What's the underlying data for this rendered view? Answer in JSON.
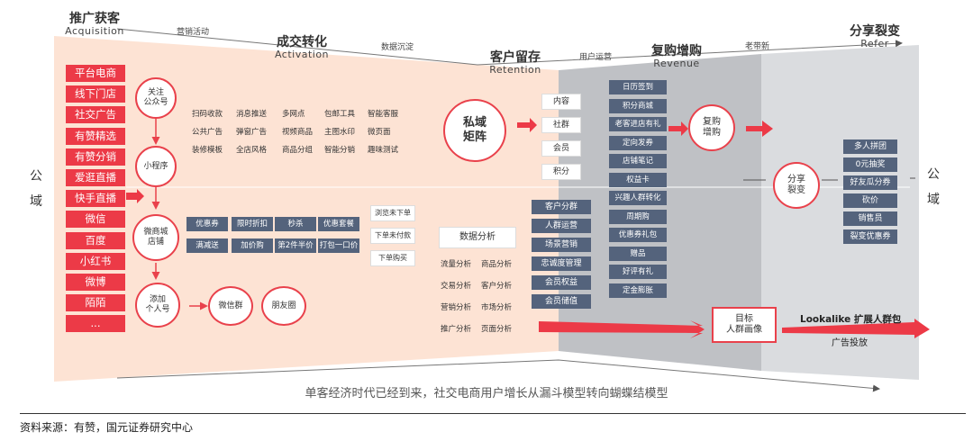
{
  "stages": [
    {
      "zh": "推广获客",
      "en": "Acquisition"
    },
    {
      "zh": "成交转化",
      "en": "Activation"
    },
    {
      "zh": "客户留存",
      "en": "Retention"
    },
    {
      "zh": "复购增购",
      "en": "Revenue"
    },
    {
      "zh": "分享裂变",
      "en": "Refer"
    }
  ],
  "flow_labels": [
    "营销活动",
    "数据沉淀",
    "用户运营",
    "老带新"
  ],
  "side_left": [
    "公",
    "域"
  ],
  "side_right": [
    "公",
    "域"
  ],
  "acquisition_channels": [
    "平台电商",
    "线下门店",
    "社交广告",
    "有赞精选",
    "有赞分销",
    "爱逛直播",
    "快手直播",
    "微信",
    "百度",
    "小红书",
    "微博",
    "陌陌",
    "..."
  ],
  "activation": {
    "circles": [
      "关注\n公众号",
      "小程序",
      "微商城\n店铺",
      "添加\n个人号",
      "微信群",
      "朋友圈"
    ],
    "top_tools": [
      [
        "扫码收款",
        "消息推送",
        "多网点",
        "包邮工具",
        "智能客服"
      ],
      [
        "公共广告",
        "弹窗广告",
        "视频商品",
        "主图水印",
        "微页面"
      ],
      [
        "装修模板",
        "全店风格",
        "商品分组",
        "智能分销",
        "趣味测试"
      ]
    ],
    "promo_tools": [
      [
        "优惠券",
        "限时折扣",
        "秒杀",
        "优惠套餐"
      ],
      [
        "满减送",
        "加价购",
        "第2件半价",
        "打包一口价"
      ]
    ],
    "unpaid": [
      "浏览未下单",
      "下单未付款",
      "下单购买"
    ]
  },
  "retention": {
    "private_domain": "私域\n矩阵",
    "channels": [
      "内容",
      "社群",
      "会员",
      "积分"
    ],
    "data_analysis_title": "数据分析",
    "analysis_rows": [
      [
        "流量分析",
        "商品分析"
      ],
      [
        "交易分析",
        "客户分析"
      ],
      [
        "营销分析",
        "市场分析"
      ],
      [
        "推广分析",
        "页面分析"
      ]
    ],
    "customer_ops": [
      "客户分群",
      "人群运营",
      "场景营销",
      "忠诚度管理",
      "会员权益",
      "会员储值"
    ]
  },
  "revenue": {
    "tools": [
      "日历签到",
      "积分商城",
      "老客进店有礼",
      "定向发券",
      "店铺笔记",
      "权益卡",
      "兴趣人群转化",
      "周期购",
      "优惠券礼包",
      "赠品",
      "好评有礼",
      "定金膨胀"
    ],
    "circle": "复购\n增购",
    "target": "目标\n人群画像"
  },
  "refer": {
    "circle": "分享\n裂变",
    "tools": [
      "多人拼团",
      "0元抽奖",
      "好友瓜分券",
      "砍价",
      "销售员",
      "裂变优惠券"
    ],
    "lookalike": "Lookalike 扩展人群包",
    "ads": "广告投放"
  },
  "bottom_caption": "单客经济时代已经到来，社交电商用户增长从漏斗模型转向蝴蝶结模型",
  "source": "资料来源：有赞，国元证券研究中心",
  "colors": {
    "red": "#ec3a47",
    "peach": "#fde3d4",
    "grey": "#bfc1c5",
    "lightgrey": "#dadcdf",
    "navy": "#54637c"
  }
}
